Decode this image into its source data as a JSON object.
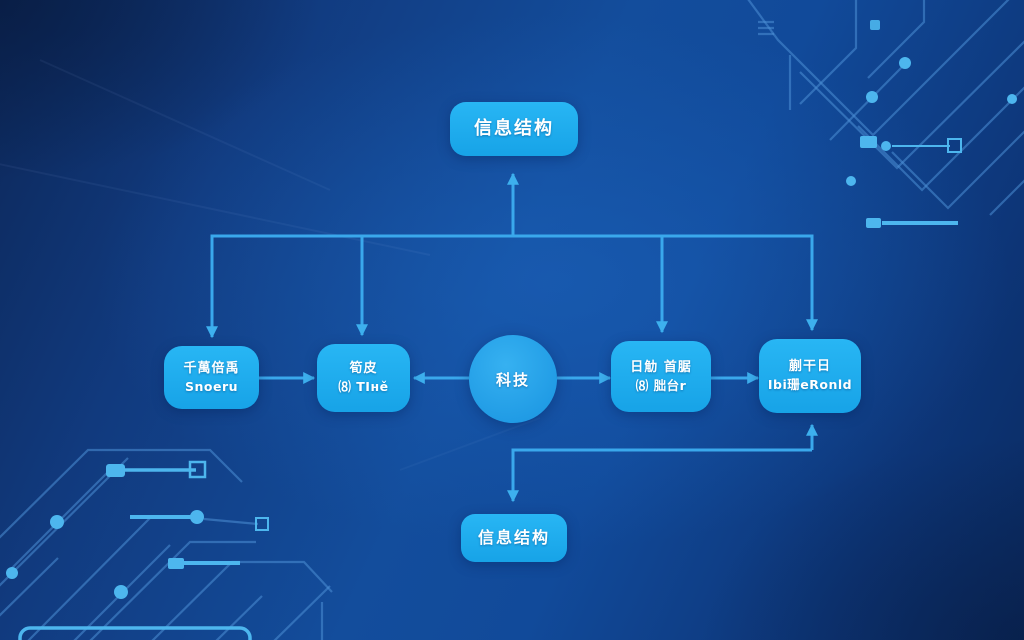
{
  "meta": {
    "description": "Technology flowchart diagram on a dark-blue circuit-board background"
  },
  "colors": {
    "background_deep": "#0c2758",
    "background_mid": "#134d9c",
    "node_fill": "#22b1f0",
    "arrow": "#3aa8ec",
    "circuit_trace": "#4c8fd6",
    "circuit_dot": "#4db6ee",
    "text": "#ffffff"
  },
  "nodes": {
    "top": {
      "label": "信息结构"
    },
    "bottom": {
      "label": "信息结构"
    },
    "center": {
      "label": "科技"
    },
    "row": [
      {
        "lines": [
          "千萬倍禹",
          "Snoeru"
        ]
      },
      {
        "lines": [
          "筍皮",
          "⑻ TIнě"
        ]
      },
      {
        "lines": [
          "日觔 首腒",
          "⑻ 朏台r"
        ]
      },
      {
        "lines": [
          "蒯干日",
          "Ibi珊eRonld"
        ]
      }
    ]
  }
}
